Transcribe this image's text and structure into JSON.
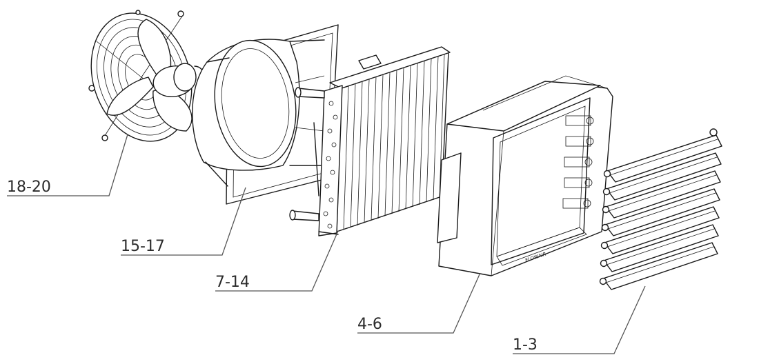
{
  "labels": {
    "fan": "18-20",
    "shroud": "15-17",
    "coil": "7-14",
    "casing": "4-6",
    "louvers": "1-3"
  },
  "brand_mark": "FLOWAIR",
  "colors": {
    "line": "#1a1a1a",
    "leader": "#555555",
    "text": "#2b2b2b",
    "background": "#ffffff"
  }
}
